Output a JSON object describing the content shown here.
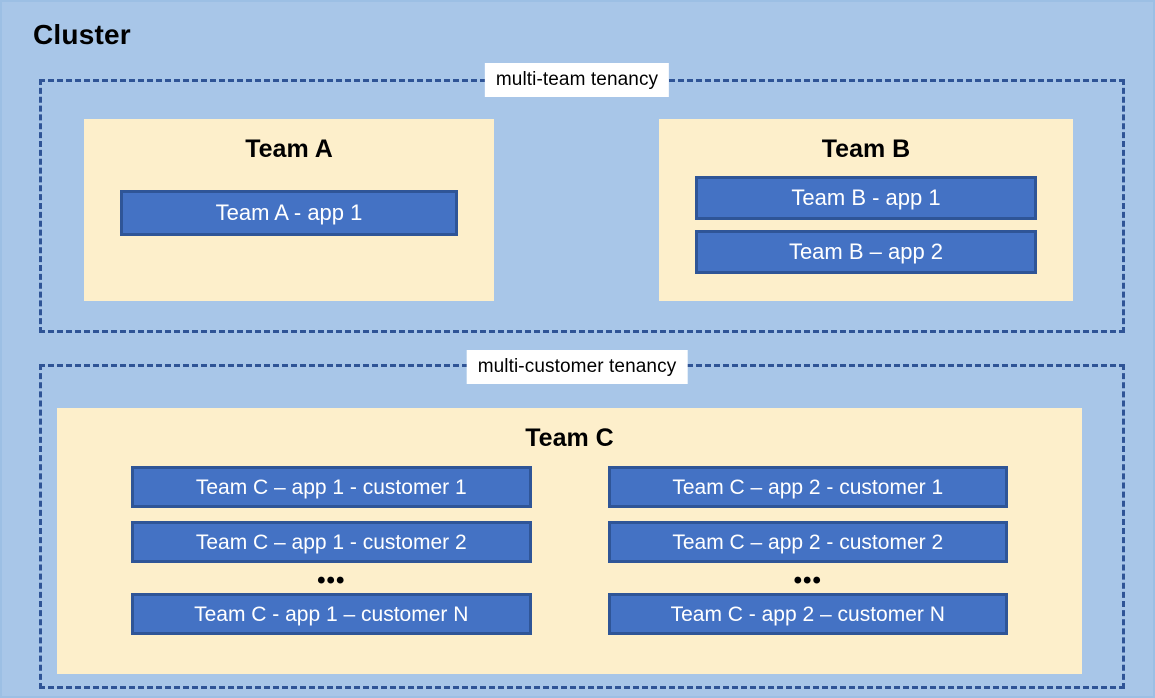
{
  "diagram": {
    "title": "Cluster",
    "colors": {
      "cluster_background": "#A8C6E8",
      "tenancy_border": "#2F5496",
      "team_panel_background": "#FDEFCB",
      "app_box_fill": "#4472C4",
      "app_box_border": "#2F5597",
      "app_box_text": "#FFFFFF",
      "label_background": "#FFFFFF",
      "text": "#000000"
    },
    "groups": [
      {
        "label": "multi-team tenancy",
        "teams": [
          {
            "name": "Team A",
            "apps": [
              {
                "label": "Team A - app 1"
              }
            ]
          },
          {
            "name": "Team B",
            "apps": [
              {
                "label": "Team B - app 1"
              },
              {
                "label": "Team B – app 2"
              }
            ]
          }
        ]
      },
      {
        "label": "multi-customer tenancy",
        "teams": [
          {
            "name": "Team C",
            "columns": [
              {
                "apps": [
                  {
                    "label": "Team C – app 1 - customer 1"
                  },
                  {
                    "label": "Team C – app 1 - customer 2"
                  }
                ],
                "ellipsis": "•••",
                "tail_apps": [
                  {
                    "label": "Team C - app 1 – customer N"
                  }
                ]
              },
              {
                "apps": [
                  {
                    "label": "Team C – app 2 - customer 1"
                  },
                  {
                    "label": "Team C – app 2 - customer 2"
                  }
                ],
                "ellipsis": "•••",
                "tail_apps": [
                  {
                    "label": "Team C - app 2 – customer N"
                  }
                ]
              }
            ]
          }
        ]
      }
    ]
  }
}
